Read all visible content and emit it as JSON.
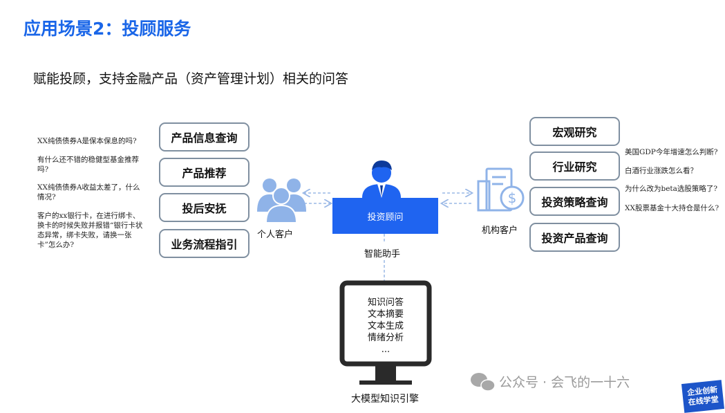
{
  "title": "应用场景2：投顾服务",
  "subtitle": "赋能投顾，支持金融产品（资产管理计划）相关的问答",
  "left_questions": [
    "XX纯债债券A是保本保息的吗?",
    "有什么还不错的稳健型基金推荐吗?",
    "XX纯债债券A收益太差了，什么情况?",
    "客户的xx银行卡，在进行绑卡、换卡的时候失败并报错“银行卡状态异常，绑卡失败，请换一张卡”怎么办?"
  ],
  "left_boxes": [
    "产品信息查询",
    "产品推荐",
    "投后安抚",
    "业务流程指引"
  ],
  "individual_client_label": "个人客户",
  "advisor_label": "投资顾问",
  "assistant_label": "智能助手",
  "institution_client_label": "机构客户",
  "right_boxes": [
    "宏观研究",
    "行业研究",
    "投资策略查询",
    "投资产品查询"
  ],
  "right_questions": [
    "美国GDP今年增速怎么判断?",
    "白酒行业涨跌怎么看？",
    "为什么改为beta选股策略了?",
    "XX股票基金十大持仓是什么?"
  ],
  "engine_features": [
    "知识问答",
    "文本摘要",
    "文本生成",
    "情绪分析",
    "..."
  ],
  "engine_label": "大模型知识引擎",
  "watermark": "公众号 · 会飞的一十六",
  "badge_lines": [
    "企业创新",
    "在线学堂"
  ],
  "colors": {
    "accent": "#1a66e8",
    "advisor_fill": "#1f64f0",
    "icon_blue": "#8fb3e8",
    "box_border": "#7f8fa0"
  },
  "icons": [
    "people-group-icon",
    "advisor-person-icon",
    "institution-building-icon",
    "wechat-icon"
  ]
}
